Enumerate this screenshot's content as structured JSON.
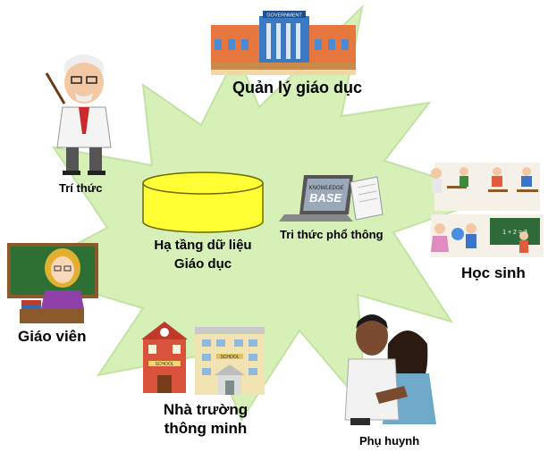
{
  "labels": {
    "quan_ly": "Quản lý giáo dục",
    "tri_thuc": "Trí thức",
    "core_line1": "Hạ tầng dữ liệu",
    "core_line2": "Giáo dục",
    "tri_thuc_pho_thong": "Tri thức phổ thông",
    "hoc_sinh": "Học sinh",
    "giao_vien": "Giáo viên",
    "nha_truong_line1": "Nhà trường",
    "nha_truong_line2": "thông minh",
    "phu_huynh": "Phụ huynh"
  },
  "image_text": {
    "government_sign": "GOVERNMENT",
    "kb_line1": "KNOWLEDGE",
    "kb_line2": "BASE",
    "school_sign": "SCHOOL",
    "school_sign2": "SCHOOL",
    "chalkboard": "1 + 2 = 3"
  },
  "colors": {
    "starburst_fill": "#d6f0b8",
    "starburst_stroke": "#c4e3a3",
    "database_fill": "#ffff33",
    "database_stroke": "#6b6b00"
  }
}
